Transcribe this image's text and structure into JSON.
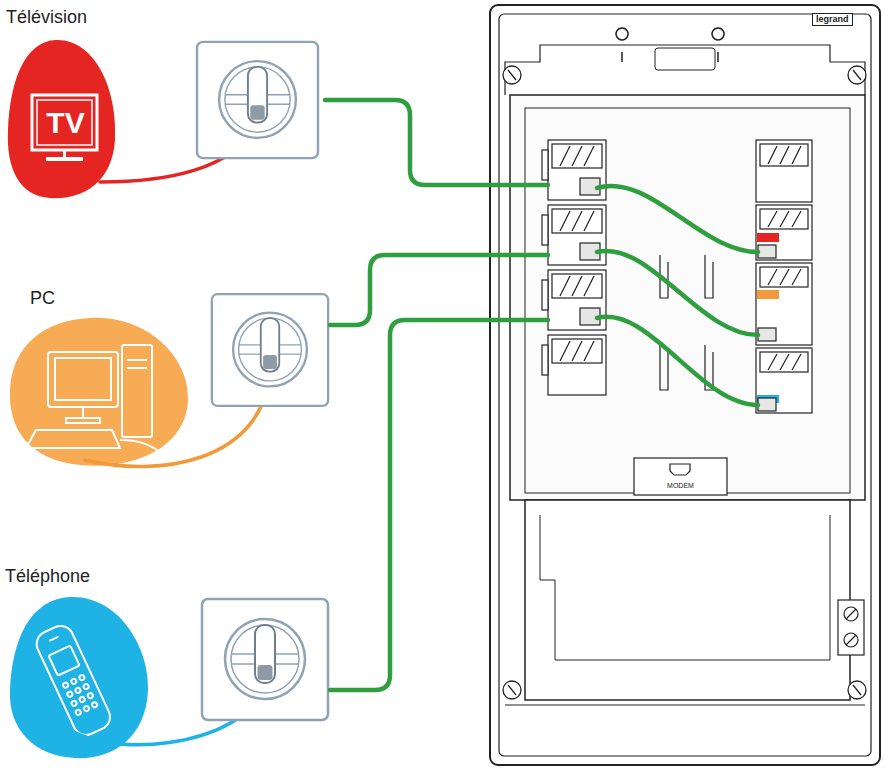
{
  "diagram": {
    "nodes": [
      {
        "text": [
          "Télévision",
          "TV"
        ]
      },
      {
        "text": [
          "PC"
        ]
      },
      {
        "text": [
          "Téléphone"
        ]
      },
      {
        "text": [
          "legrand"
        ]
      },
      {
        "text": [
          "MODEM"
        ],
        "in": 3
      }
    ]
  }
}
